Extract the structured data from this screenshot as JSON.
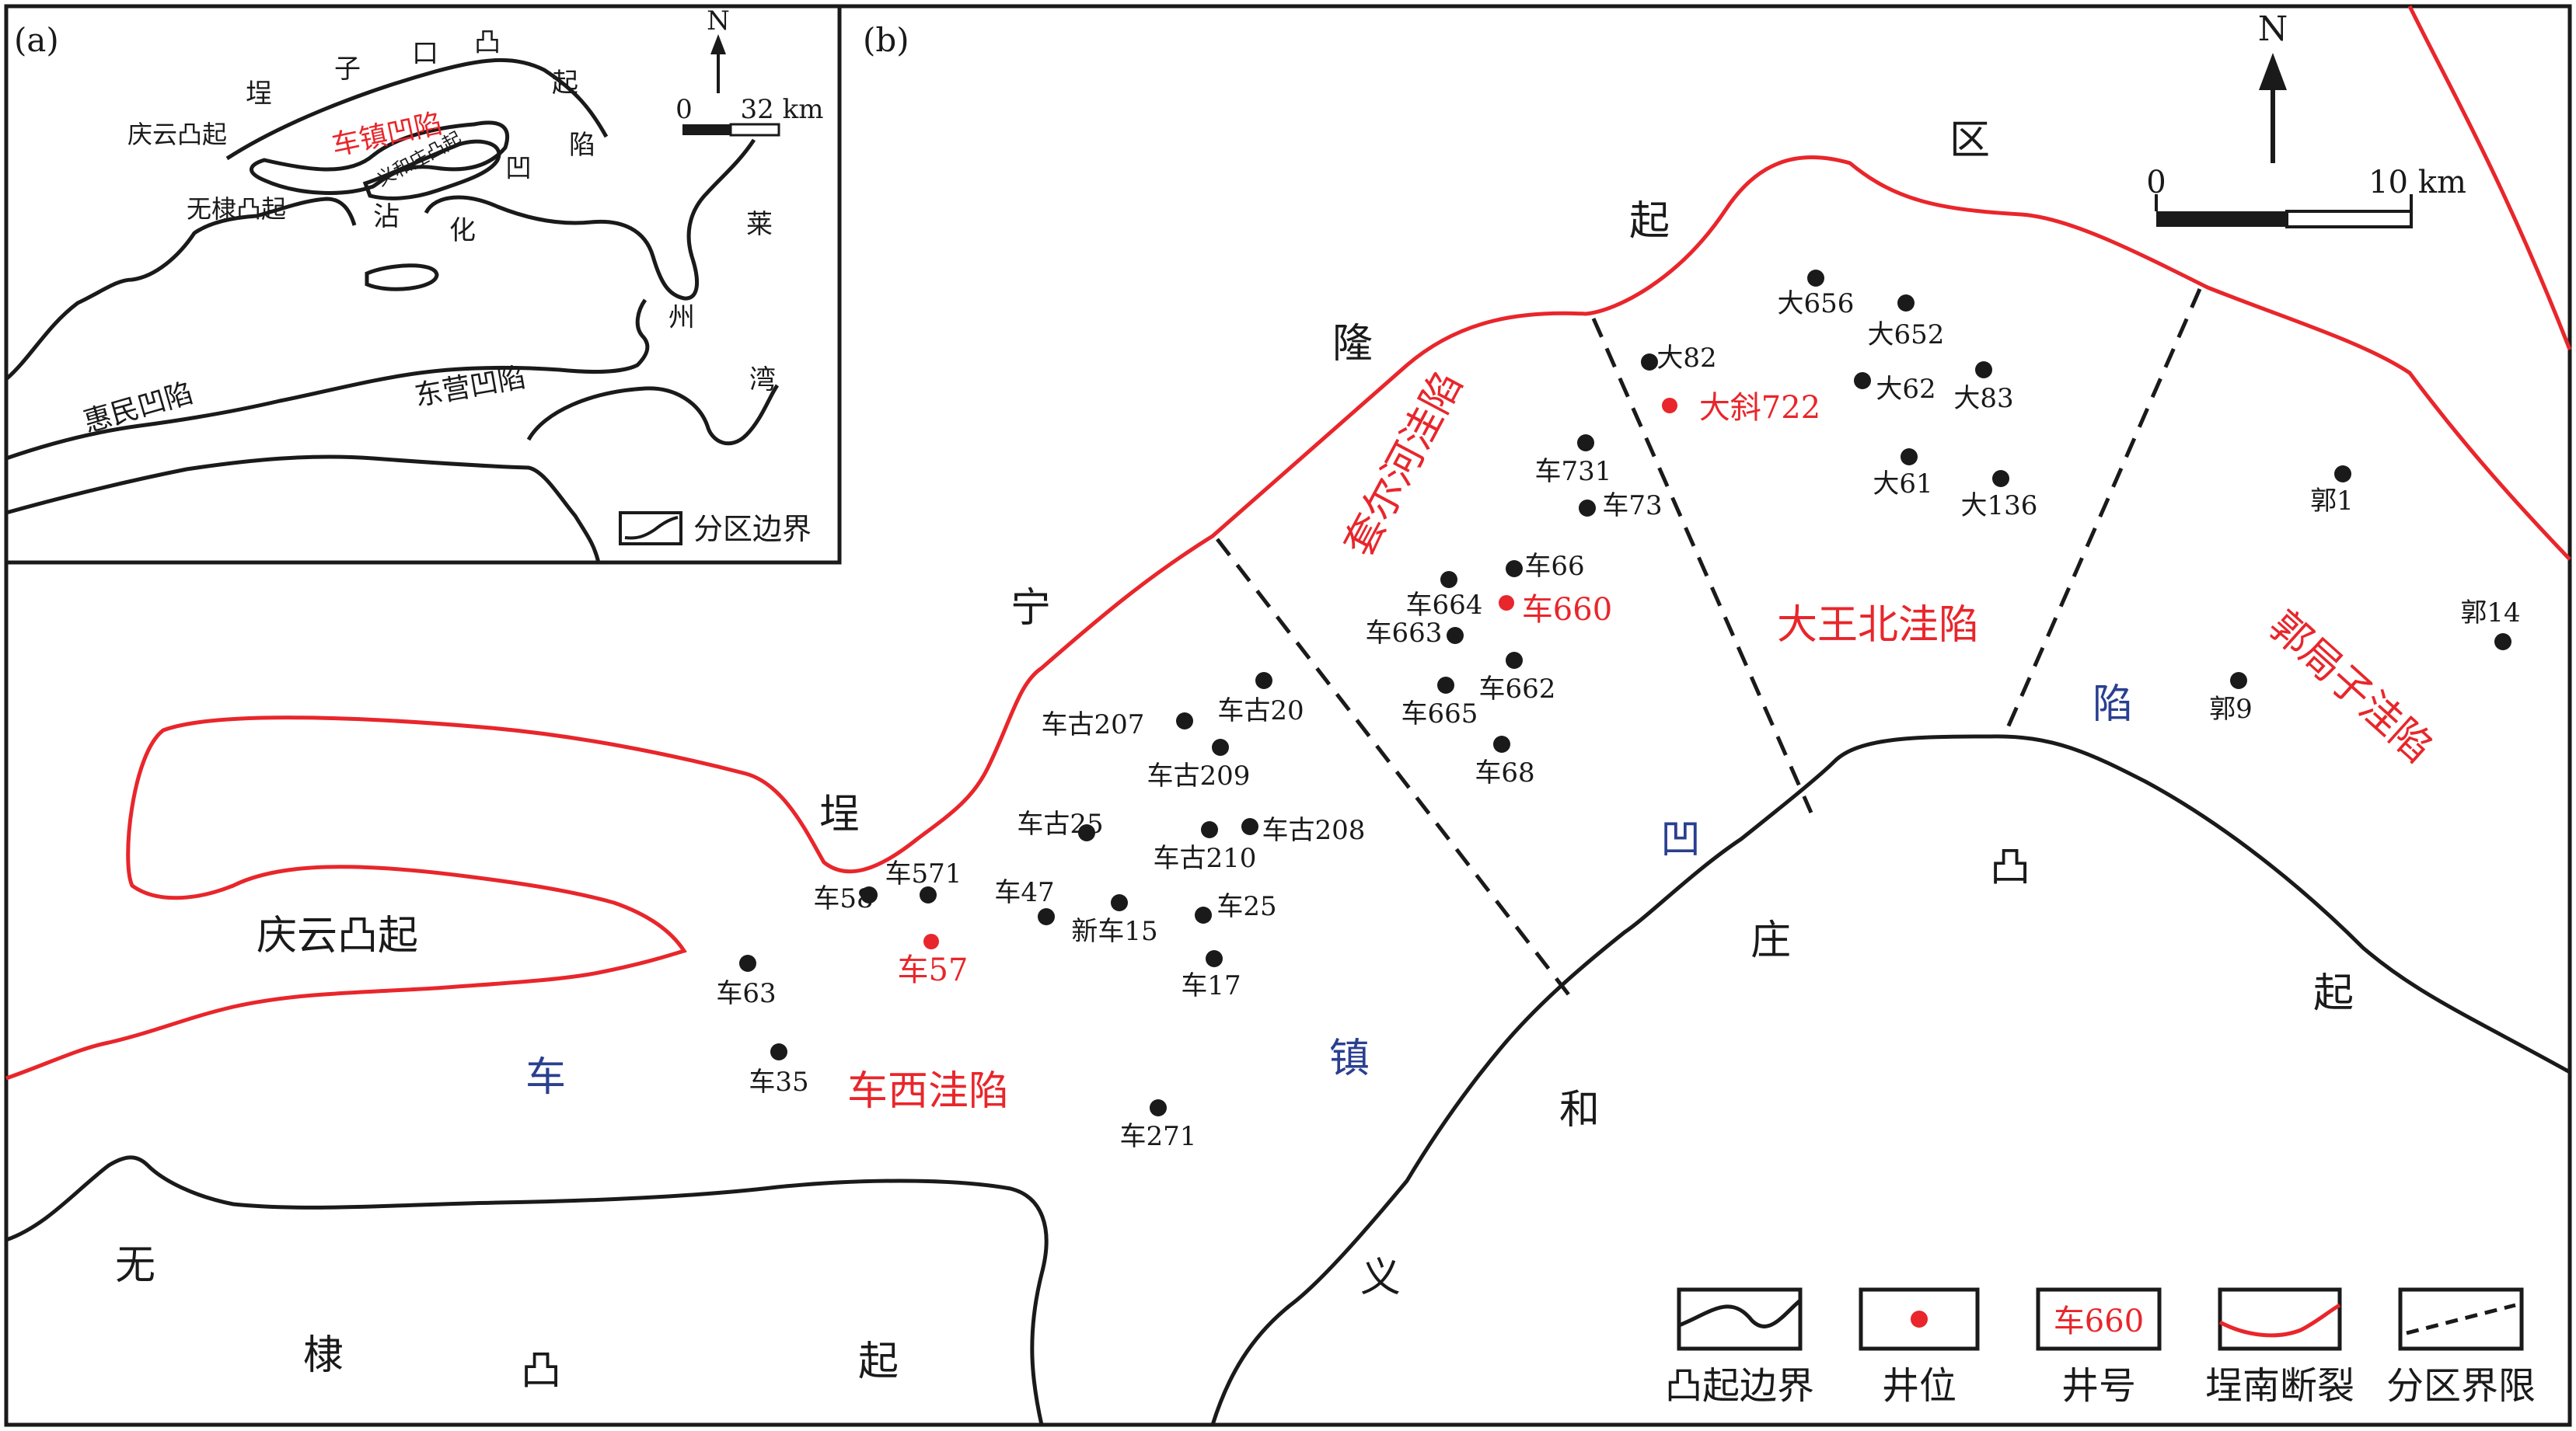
{
  "colors": {
    "black": "#1a1a1a",
    "red": "#e8262b",
    "blue": "#2a3f8f",
    "background": "#ffffff"
  },
  "inset": {
    "panel_label": "(a)",
    "north": "N",
    "scale_zero": "0",
    "scale_max": "32 km",
    "legend_label": "分区边界",
    "labels": {
      "chezhen": "车镇凹陷",
      "yihezhuang": "义和庄凸起",
      "qingyun": "庆云凸起",
      "wudi": "无棣凸起",
      "huimin": "惠民凹陷",
      "dongying": "东营凹陷",
      "chenggu": [
        "埕",
        "子",
        "口",
        "凸",
        "起"
      ],
      "zhanhua": [
        "沾",
        "化",
        "凹",
        "陷"
      ],
      "laizhou": [
        "莱",
        "州",
        "湾"
      ]
    }
  },
  "main": {
    "panel_label": "(b)",
    "north": "N",
    "scale_zero": "0",
    "scale_max": "10 km",
    "regions": {
      "qingyun": "庆云凸起",
      "chexi": "车西洼陷",
      "taoerhe": "套尔河洼陷",
      "dawangbei": "大王北洼陷",
      "guojuzi": "郭局子洼陷"
    },
    "char_labels": {
      "chenning": [
        "埕",
        "宁",
        "隆",
        "起",
        "区"
      ],
      "chezhen": [
        "车",
        "镇",
        "凹",
        "陷"
      ],
      "yihezhuang": [
        "义",
        "和",
        "庄",
        "凸",
        "起"
      ],
      "wudi": [
        "无",
        "棣",
        "凸",
        "起"
      ]
    },
    "wells": [
      {
        "name": "车58",
        "red": false
      },
      {
        "name": "车571",
        "red": false
      },
      {
        "name": "车57",
        "red": true
      },
      {
        "name": "车63",
        "red": false
      },
      {
        "name": "车35",
        "red": false
      },
      {
        "name": "车古25",
        "red": false
      },
      {
        "name": "车47",
        "red": false
      },
      {
        "name": "新车15",
        "red": false
      },
      {
        "name": "车古210",
        "red": false
      },
      {
        "name": "车古208",
        "red": false
      },
      {
        "name": "车25",
        "red": false
      },
      {
        "name": "车17",
        "red": false
      },
      {
        "name": "车古207",
        "red": false
      },
      {
        "name": "车古20",
        "red": false
      },
      {
        "name": "车古209",
        "red": false
      },
      {
        "name": "车271",
        "red": false
      },
      {
        "name": "车664",
        "red": false
      },
      {
        "name": "车66",
        "red": false
      },
      {
        "name": "车660",
        "red": true
      },
      {
        "name": "车663",
        "red": false
      },
      {
        "name": "车662",
        "red": false
      },
      {
        "name": "车665",
        "red": false
      },
      {
        "name": "车68",
        "red": false
      },
      {
        "name": "车731",
        "red": false
      },
      {
        "name": "车73",
        "red": false
      },
      {
        "name": "大82",
        "red": false
      },
      {
        "name": "大斜722",
        "red": true
      },
      {
        "name": "大656",
        "red": false
      },
      {
        "name": "大652",
        "red": false
      },
      {
        "name": "大62",
        "red": false
      },
      {
        "name": "大83",
        "red": false
      },
      {
        "name": "大61",
        "red": false
      },
      {
        "name": "大136",
        "red": false
      },
      {
        "name": "郭1",
        "red": false
      },
      {
        "name": "郭14",
        "red": false
      },
      {
        "name": "郭9",
        "red": false
      }
    ],
    "legend": [
      {
        "label": "凸起边界"
      },
      {
        "label": "井位"
      },
      {
        "label": "井号",
        "sample": "车660"
      },
      {
        "label": "埕南断裂"
      },
      {
        "label": "分区界限"
      }
    ]
  }
}
